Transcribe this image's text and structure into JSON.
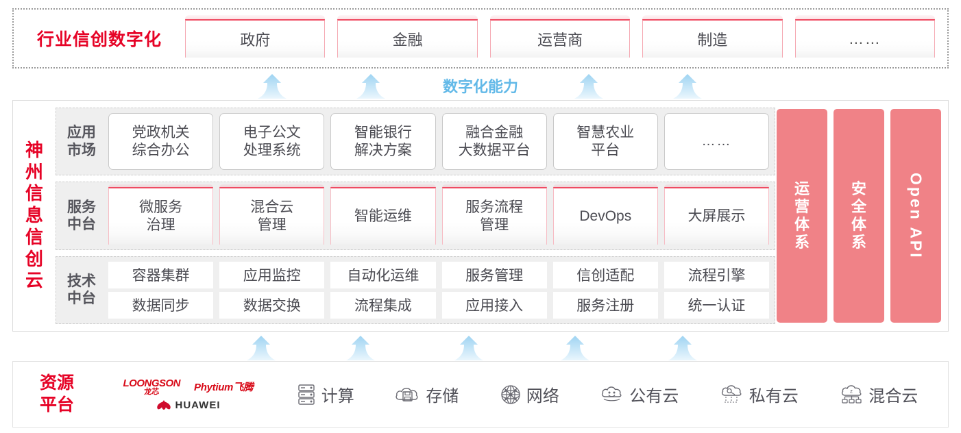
{
  "industry": {
    "title": "行业信创数字化",
    "cards": [
      {
        "label": "政府"
      },
      {
        "label": "金融"
      },
      {
        "label": "运营商"
      },
      {
        "label": "制造"
      },
      {
        "label": "……"
      }
    ]
  },
  "capability": {
    "label": "数字化能力",
    "arrow_count_top": 4,
    "arrow_count_bottom": 5,
    "arrow_icon": "up-arrow-icon"
  },
  "cloud": {
    "title_chars": [
      "神",
      "州",
      "信",
      "息",
      "信",
      "创",
      "云"
    ],
    "bands": [
      {
        "label": "应用\n市场",
        "label_line1": "应用",
        "label_line2": "市场",
        "style": "app",
        "cells": [
          {
            "line1": "党政机关",
            "line2": "综合办公"
          },
          {
            "line1": "电子公文",
            "line2": "处理系统"
          },
          {
            "line1": "智能银行",
            "line2": "解决方案"
          },
          {
            "line1": "融合金融",
            "line2": "大数据平台"
          },
          {
            "line1": "智慧农业",
            "line2": "平台"
          },
          {
            "line1": "……",
            "line2": ""
          }
        ]
      },
      {
        "label_line1": "服务",
        "label_line2": "中台",
        "style": "service",
        "cells": [
          {
            "line1": "微服务",
            "line2": "治理"
          },
          {
            "line1": "混合云",
            "line2": "管理"
          },
          {
            "line1": "智能运维",
            "line2": ""
          },
          {
            "line1": "服务流程",
            "line2": "管理"
          },
          {
            "line1": "DevOps",
            "line2": ""
          },
          {
            "line1": "大屏展示",
            "line2": ""
          }
        ]
      },
      {
        "label_line1": "技术",
        "label_line2": "中台",
        "style": "tech",
        "rows": [
          [
            "容器集群",
            "应用监控",
            "自动化运维",
            "服务管理",
            "信创适配",
            "流程引擎"
          ],
          [
            "数据同步",
            "数据交换",
            "流程集成",
            "应用接入",
            "服务注册",
            "统一认证"
          ]
        ]
      }
    ],
    "pillars": [
      {
        "text": "运营体系",
        "chars": [
          "运",
          "营",
          "体",
          "系"
        ],
        "vertical": false
      },
      {
        "text": "安全体系",
        "chars": [
          "安",
          "全",
          "体",
          "系"
        ],
        "vertical": false
      },
      {
        "text": "Open API",
        "vertical": true
      }
    ]
  },
  "resource": {
    "title_line1": "资源",
    "title_line2": "平台",
    "vendors": [
      {
        "name": "LOONGSON",
        "sub": "龙芯",
        "id": "loongson-logo"
      },
      {
        "name": "Phytium飞腾",
        "id": "phytium-logo"
      },
      {
        "name": "HUAWEI",
        "id": "huawei-logo"
      }
    ],
    "items": [
      {
        "label": "计算",
        "icon": "server-rack-icon"
      },
      {
        "label": "存储",
        "icon": "cloud-storage-icon"
      },
      {
        "label": "网络",
        "icon": "network-nodes-icon"
      },
      {
        "label": "公有云",
        "icon": "public-cloud-icon"
      },
      {
        "label": "私有云",
        "icon": "private-cloud-icon"
      },
      {
        "label": "混合云",
        "icon": "hybrid-cloud-icon"
      }
    ]
  },
  "colors": {
    "brand_red": "#E60326",
    "card_accent": "#ef4b62",
    "pillar": "#F08287",
    "arrow_blue": "#bfe2f7",
    "capability_text": "#62b9e8",
    "band_bg": "#efefef"
  }
}
